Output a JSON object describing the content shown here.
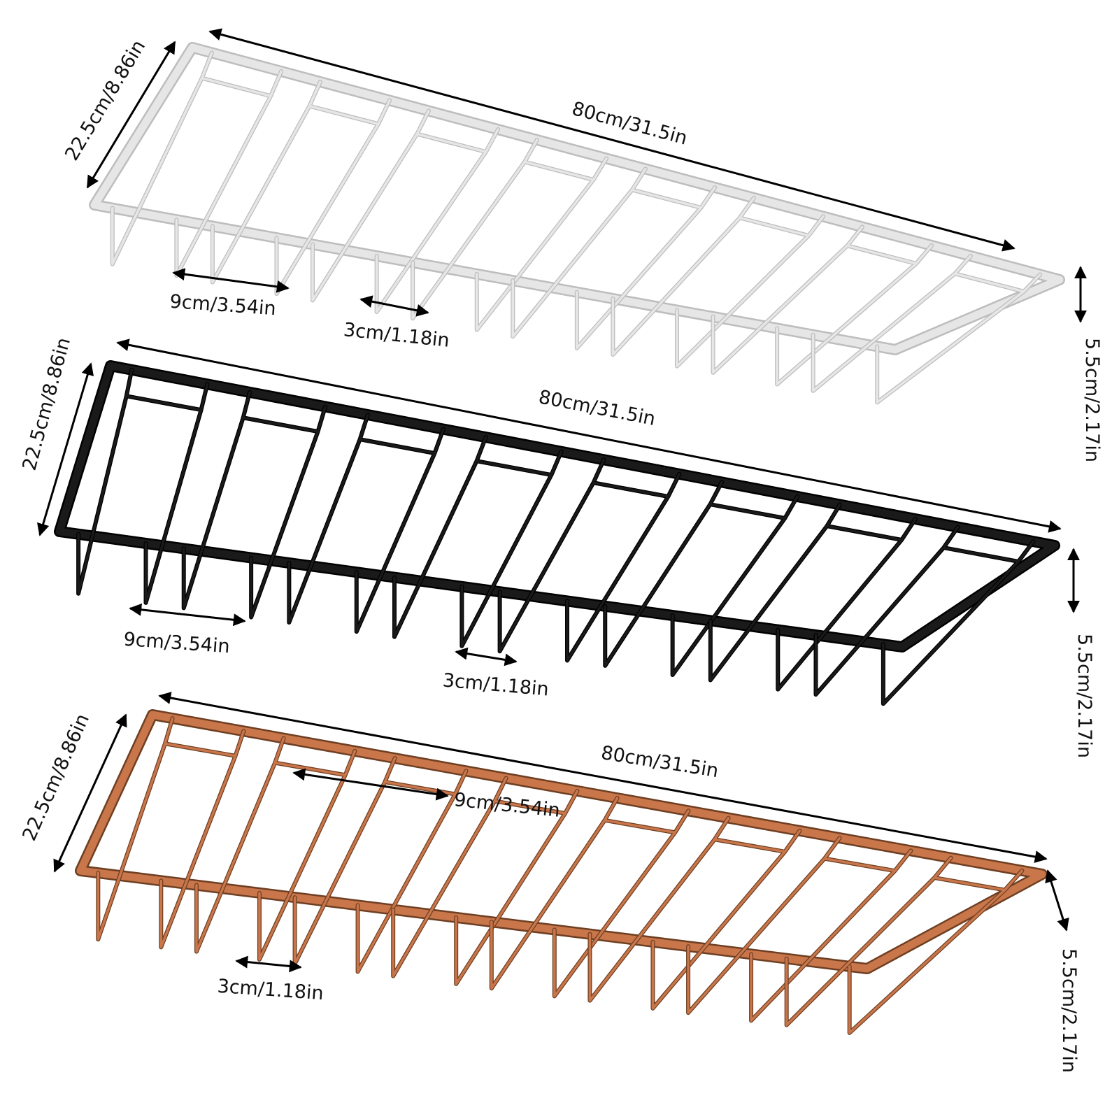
{
  "racks": [
    {
      "id": "white",
      "colors": {
        "stroke": "#e6e6e6",
        "edge": "#bdbdbd"
      },
      "labels": {
        "length": "80cm/31.5in",
        "width": "22.5cm/8.86in",
        "height": "5.5cm/2.17in",
        "slot": "9cm/3.54in",
        "gap": "3cm/1.18in"
      }
    },
    {
      "id": "black",
      "colors": {
        "stroke": "#1a1a1a",
        "edge": "#000000"
      },
      "labels": {
        "length": "80cm/31.5in",
        "width": "22.5cm/8.86in",
        "height": "5.5cm/2.17in",
        "slot": "9cm/3.54in",
        "gap": "3cm/1.18in"
      }
    },
    {
      "id": "copper",
      "colors": {
        "stroke": "#c9764b",
        "edge": "#6e3f22"
      },
      "labels": {
        "length": "80cm/31.5in",
        "width": "22.5cm/8.86in",
        "height": "5.5cm/2.17in",
        "slot": "9cm/3.54in",
        "gap": "3cm/1.18in"
      }
    }
  ]
}
